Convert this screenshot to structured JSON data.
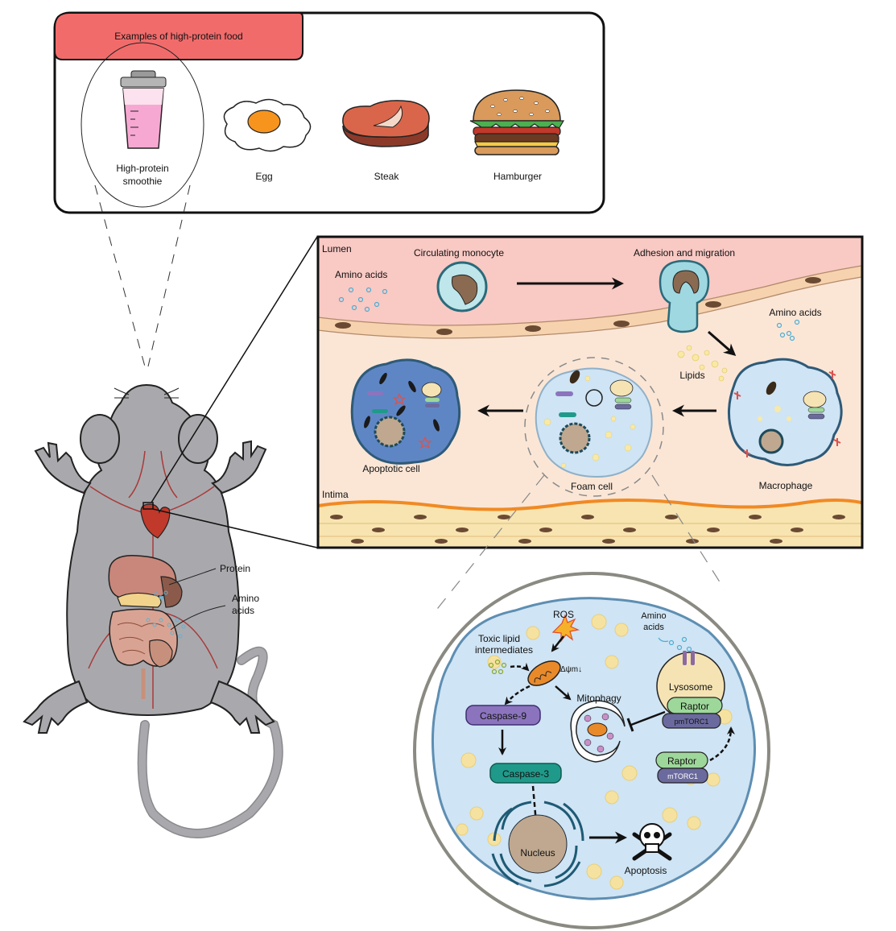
{
  "food_panel": {
    "header": "Examples of high-protein food",
    "items": [
      {
        "label_line1": "High-protein",
        "label_line2": "smoothie",
        "icon": "shaker-icon"
      },
      {
        "label": "Egg",
        "icon": "fried-egg-icon"
      },
      {
        "label": "Steak",
        "icon": "steak-icon"
      },
      {
        "label": "Hamburger",
        "icon": "hamburger-icon"
      }
    ]
  },
  "mouse": {
    "protein_label": "Protein",
    "amino_label_line1": "Amino",
    "amino_label_line2": "acids"
  },
  "vessel": {
    "lumen": "Lumen",
    "intima": "Intima",
    "amino_acids_left": "Amino acids",
    "amino_acids_right": "Amino acids",
    "circulating_monocyte": "Circulating monocyte",
    "adhesion_migration": "Adhesion and migration",
    "lipids": "Lipids",
    "apoptotic_cell": "Apoptotic cell",
    "foam_cell": "Foam  cell",
    "macrophage": "Macrophage"
  },
  "detail": {
    "ros": "ROS",
    "toxic_line1": "Toxic lipid",
    "toxic_line2": "intermediates",
    "delta_psi": "Δψm↓",
    "mitophagy": "Mitophagy",
    "caspase9": "Caspase-9",
    "caspase3": "Caspase-3",
    "nucleus": "Nucleus",
    "apoptosis": "Apoptosis",
    "amino_line1": "Amino",
    "amino_line2": "acids",
    "lysosome": "Lysosome",
    "raptor_top": "Raptor",
    "mtorc1_top": "pmTORC1",
    "raptor_bottom": "Raptor",
    "mtorc1_bottom": "mTORC1"
  },
  "colors": {
    "header_red": "#f26b6b",
    "lumen_pink": "#f9c9c4",
    "intima_cream": "#fbe6d6",
    "cell_blue": "#cfe4f4",
    "mouse_gray": "#a9a9ad",
    "caspase9": "#8b74bd",
    "caspase3": "#1f9a8a",
    "raptor": "#9ed79a",
    "mtorc1": "#6b6a9e",
    "nucleus": "#bfa88f"
  }
}
